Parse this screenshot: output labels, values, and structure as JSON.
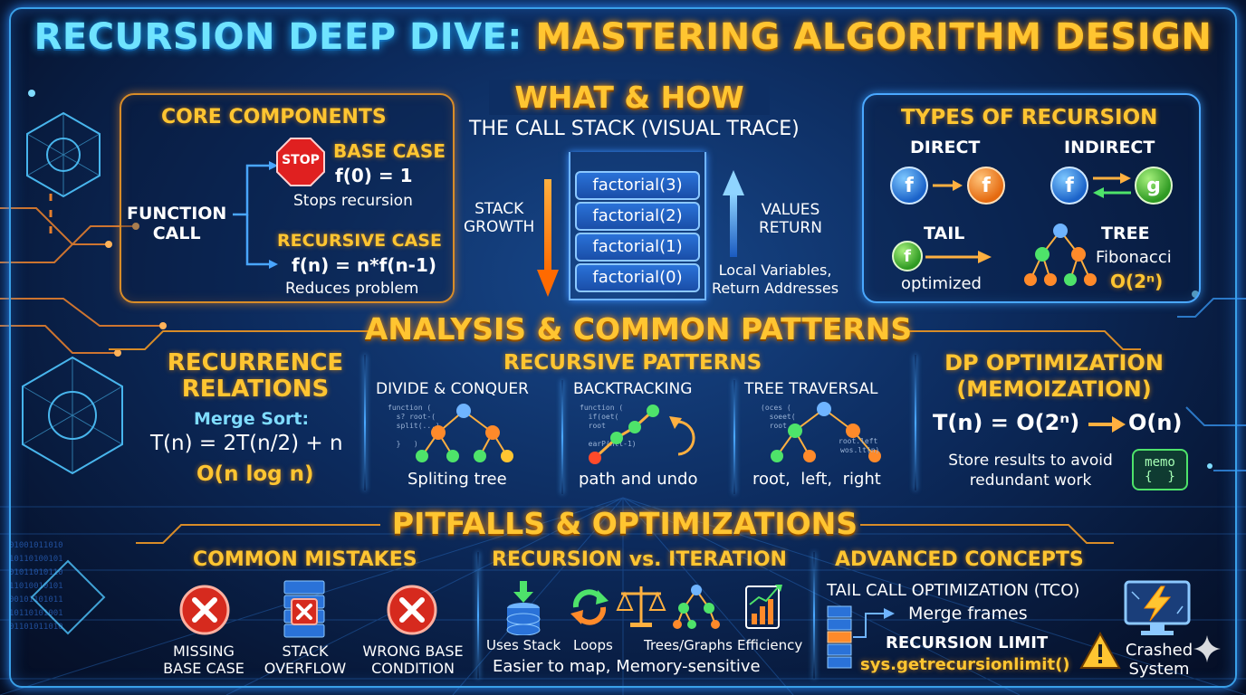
{
  "title": {
    "part1": "RECURSION DEEP DIVE:",
    "part2": "MASTERING ALGORITHM DESIGN"
  },
  "what_how": {
    "heading": "WHAT & HOW",
    "core": {
      "heading": "CORE COMPONENTS",
      "function_call": "FUNCTION\nCALL",
      "stop_sign": "STOP",
      "base_case": "BASE CASE",
      "base_formula": "f(0) = 1",
      "base_desc": "Stops recursion",
      "recursive_case": "RECURSIVE CASE",
      "recursive_formula": "f(n) = n*f(n-1)",
      "recursive_desc": "Reduces problem"
    },
    "stack": {
      "heading": "THE CALL STACK (VISUAL TRACE)",
      "growth": "STACK\nGROWTH",
      "frames": [
        "factorial(3)",
        "factorial(2)",
        "factorial(1)",
        "factorial(0)"
      ],
      "values_return": "VALUES\nRETURN",
      "note": "Local Variables,\nReturn Addresses"
    },
    "types": {
      "heading": "TYPES OF RECURSION",
      "direct": "DIRECT",
      "indirect": "INDIRECT",
      "f": "f",
      "g": "g",
      "tail": "TAIL",
      "tail_desc": "optimized",
      "tree": "TREE",
      "tree_desc": "Fibonacci",
      "tree_complexity": "O(2ⁿ)"
    }
  },
  "analysis": {
    "heading": "ANALYSIS & COMMON PATTERNS",
    "recurrence": {
      "heading": "RECURRENCE\nRELATIONS",
      "example": "Merge Sort:",
      "formula": "T(n) = 2T(n/2) + n",
      "complexity": "O(n log n)"
    },
    "patterns": {
      "heading": "RECURSIVE PATTERNS",
      "items": [
        {
          "name": "DIVIDE & CONQUER",
          "desc": "Spliting tree",
          "code": "function (\n  s? root-(\n  split(...)\n\n  }   )"
        },
        {
          "name": "BACKTRACKING",
          "desc": "path and undo",
          "code": "function (\n  if(oet(\n  root\n\n  earP(ntl-1)"
        },
        {
          "name": "TREE TRAVERSAL",
          "desc": "root,  left,  right",
          "code": "(oces (\n  soeet(\n  root\n\n"
        }
      ]
    },
    "dp": {
      "heading": "DP OPTIMIZATION\n(MEMOIZATION)",
      "formula_left": "T(n) = O(2ⁿ)",
      "formula_right": "O(n)",
      "desc": "Store results to avoid\nredundant work",
      "memo_label": "memo",
      "memo_braces": "{  }"
    }
  },
  "pitfalls": {
    "heading": "PITFALLS & OPTIMIZATIONS",
    "mistakes": {
      "heading": "COMMON MISTAKES",
      "items": [
        "MISSING\nBASE CASE",
        "STACK\nOVERFLOW",
        "WRONG BASE\nCONDITION"
      ]
    },
    "rec_vs_iter": {
      "heading": "RECURSION vs. ITERATION",
      "items": [
        "Uses Stack",
        "Loops",
        "Trees/Graphs",
        "Efficiency"
      ],
      "summary": "Easier to map, Memory-sensitive"
    },
    "advanced": {
      "heading": "ADVANCED CONCEPTS",
      "tco": "TAIL CALL OPTIMIZATION (TCO)",
      "merge": "Merge frames",
      "limit": "RECURSION LIMIT",
      "limit_call": "sys.getrecursionlimit()",
      "crashed": "Crashed\nSystem"
    }
  },
  "colors": {
    "gold": "#ffc531",
    "cyan": "#6fe3ff",
    "panel_orange": "#d88c28",
    "panel_blue": "#4aa8ff"
  }
}
